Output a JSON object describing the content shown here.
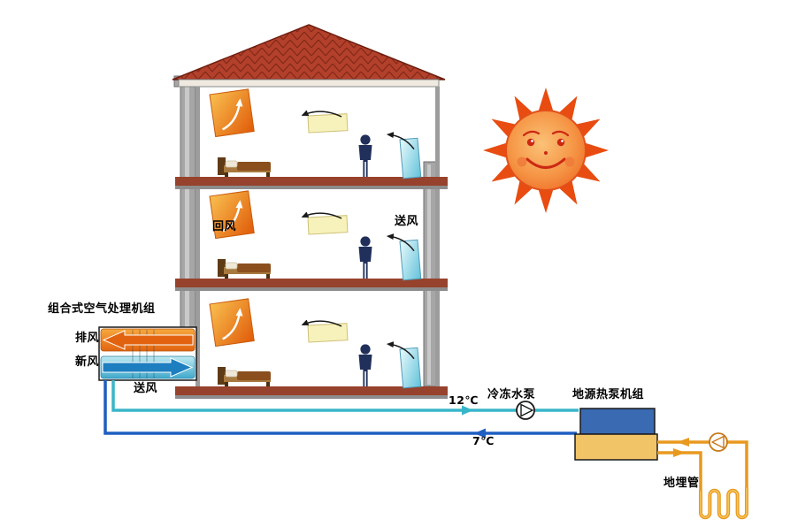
{
  "diagram": {
    "ahu": {
      "label": "组合式空气处理机组",
      "exhaust": "排风",
      "fresh_air": "新风",
      "supply": "送风"
    },
    "building": {
      "return_air": "回风",
      "supply_air": "送风"
    },
    "water_loop": {
      "supply_temp": "12℃",
      "return_temp": "7℃",
      "pump": "冷冻水泵",
      "heat_pump": "地源热泵机组",
      "ground_pipe": "地埋管"
    },
    "colors": {
      "supply_pipe": "#38b6c9",
      "return_pipe": "#1e5fc1",
      "ground_pipe": "#e8991e",
      "heat_pump_condenser": "#3a6ab2",
      "heat_pump_evaporator": "#f2c468",
      "roof": "#b2402a",
      "sun": "#ee5f1e",
      "duct": "#a6a6a6"
    }
  }
}
